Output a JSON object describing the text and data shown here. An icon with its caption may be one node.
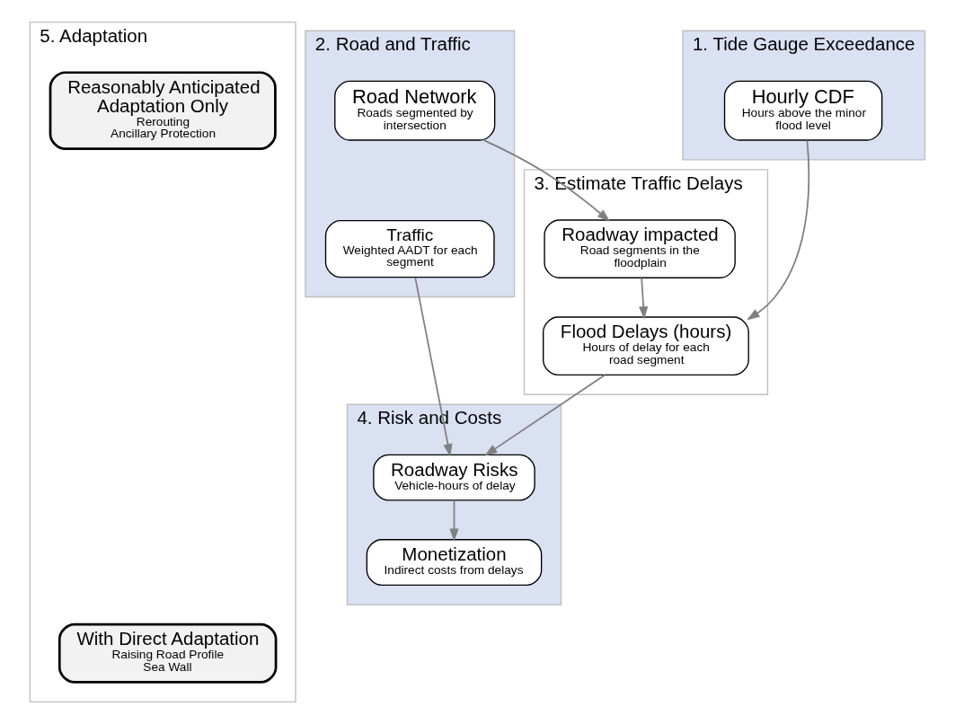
{
  "diagram": {
    "nodes": [
      {
        "text": [
          "1. Tide Gauge Exceedance"
        ]
      },
      {
        "text": [
          "Hourly CDF",
          "Hours above the minor flood level"
        ],
        "in": 0
      },
      {
        "text": [
          "2. Road and Traffic"
        ]
      },
      {
        "text": [
          "Road Network",
          "Roads segmented by intersection"
        ],
        "in": 2
      },
      {
        "text": [
          "Traffic",
          "Weighted AADT for each segment"
        ],
        "in": 2
      },
      {
        "text": [
          "3. Estimate Traffic Delays"
        ]
      },
      {
        "text": [
          "Roadway impacted",
          "Road segments in the floodplain"
        ],
        "in": 5
      },
      {
        "text": [
          "Flood Delays (hours)",
          "Hours of delay for each road segment"
        ],
        "in": 5
      },
      {
        "text": [
          "4. Risk and Costs"
        ]
      },
      {
        "text": [
          "Roadway Risks",
          "Vehicle-hours of delay"
        ],
        "in": 8
      },
      {
        "text": [
          "Monetization",
          "Indirect costs from delays"
        ],
        "in": 8
      },
      {
        "text": [
          "5. Adaptation"
        ]
      },
      {
        "text": [
          "Reasonably Anticipated Adaptation Only",
          "Rerouting",
          "Ancillary Protection"
        ],
        "in": 11
      },
      {
        "text": [
          "With Direct Adaptation",
          "Raising Road Profile",
          "Sea Wall"
        ],
        "in": 11
      }
    ],
    "edges": [
      {
        "from": 1,
        "to": 7,
        "arrow": "to"
      },
      {
        "from": 3,
        "to": 6,
        "arrow": "to"
      },
      {
        "from": 6,
        "to": 7,
        "arrow": "to"
      },
      {
        "from": 7,
        "to": 9,
        "arrow": "to"
      },
      {
        "from": 4,
        "to": 9,
        "arrow": "to"
      },
      {
        "from": 9,
        "to": 10,
        "arrow": "to"
      }
    ]
  }
}
